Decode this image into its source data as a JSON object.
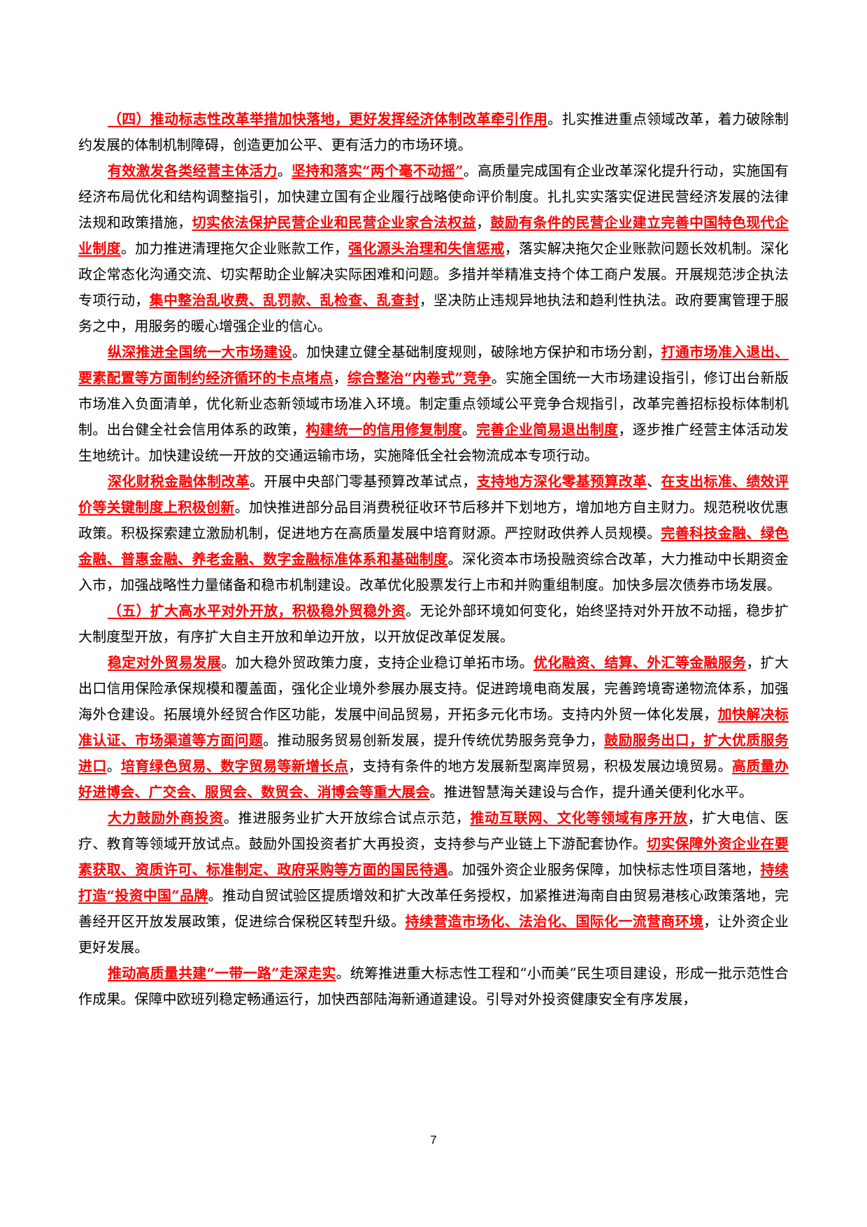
{
  "paragraphs": [
    [
      {
        "t": "（四）推动标志性改革举措加快落地，更好发挥经济体制改革牵引作用",
        "h": true
      },
      {
        "t": "。扎实推进重点领域改革，着力破除制约发展的体制机制障碍，创造更加公平、更有活力的市场环境。",
        "h": false
      }
    ],
    [
      {
        "t": "有效激发各类经营主体活力",
        "h": true
      },
      {
        "t": "。",
        "h": false
      },
      {
        "t": "坚持和落实“两个毫不动摇”",
        "h": true
      },
      {
        "t": "。高质量完成国有企业改革深化提升行动，实施国有经济布局优化和结构调整指引，加快建立国有企业履行战略使命评价制度。扎扎实实落实促进民营经济发展的法律法规和政策措施，",
        "h": false
      },
      {
        "t": "切实依法保护民营企业和民营企业家合法权益",
        "h": true
      },
      {
        "t": "，",
        "h": false
      },
      {
        "t": "鼓励有条件的民营企业建立完善中国特色现代企业制度",
        "h": true
      },
      {
        "t": "。加力推进清理拖欠企业账款工作，",
        "h": false
      },
      {
        "t": "强化源头治理和失信惩戒",
        "h": true
      },
      {
        "t": "，落实解决拖欠企业账款问题长效机制。深化政企常态化沟通交流、切实帮助企业解决实际困难和问题。多措并举精准支持个体工商户发展。开展规范涉企执法专项行动，",
        "h": false
      },
      {
        "t": "集中整治乱收费、乱罚款、乱检查、乱查封",
        "h": true
      },
      {
        "t": "，坚决防止违规异地执法和趋利性执法。政府要寓管理于服务之中，用服务的暖心增强企业的信心。",
        "h": false
      }
    ],
    [
      {
        "t": "纵深推进全国统一大市场建设",
        "h": true
      },
      {
        "t": "。加快建立健全基础制度规则，破除地方保护和市场分割，",
        "h": false
      },
      {
        "t": "打通市场准入退出、要素配置等方面制约经济循环的卡点堵点",
        "h": true
      },
      {
        "t": "，",
        "h": false
      },
      {
        "t": "综合整治“内卷式”竞争",
        "h": true
      },
      {
        "t": "。实施全国统一大市场建设指引，修订出台新版市场准入负面清单，优化新业态新领域市场准入环境。制定重点领域公平竞争合规指引，改革完善招标投标体制机制。出台健全社会信用体系的政策，",
        "h": false
      },
      {
        "t": "构建统一的信用修复制度",
        "h": true
      },
      {
        "t": "。",
        "h": false
      },
      {
        "t": "完善企业简易退出制度",
        "h": true
      },
      {
        "t": "，逐步推广经营主体活动发生地统计。加快建设统一开放的交通运输市场，实施降低全社会物流成本专项行动。",
        "h": false
      }
    ],
    [
      {
        "t": "深化财税金融体制改革",
        "h": true
      },
      {
        "t": "。开展中央部门零基预算改革试点，",
        "h": false
      },
      {
        "t": "支持地方深化零基预算改革",
        "h": true
      },
      {
        "t": "、",
        "h": false
      },
      {
        "t": "在支出标准、绩效评价等关键制度上积极创新",
        "h": true
      },
      {
        "t": "。加快推进部分品目消费税征收环节后移并下划地方，增加地方自主财力。规范税收优惠政策。积极探索建立激励机制，促进地方在高质量发展中培育财源。严控财政供养人员规模。",
        "h": false
      },
      {
        "t": "完善科技金融、绿色金融、普惠金融、养老金融、数字金融标准体系和基础制度",
        "h": true
      },
      {
        "t": "。深化资本市场投融资综合改革，大力推动中长期资金入市，加强战略性力量储备和稳市机制建设。改革优化股票发行上市和并购重组制度。加快多层次债券市场发展。",
        "h": false
      }
    ],
    [
      {
        "t": "（五）扩大高水平对外开放，积极稳外贸稳外资",
        "h": true
      },
      {
        "t": "。无论外部环境如何变化，始终坚持对外开放不动摇，稳步扩大制度型开放，有序扩大自主开放和单边开放，以开放促改革促发展。",
        "h": false
      }
    ],
    [
      {
        "t": "稳定对外贸易发展",
        "h": true
      },
      {
        "t": "。加大稳外贸政策力度，支持企业稳订单拓市场。",
        "h": false
      },
      {
        "t": "优化融资、结算、外汇等金融服务",
        "h": true
      },
      {
        "t": "，扩大出口信用保险承保规模和覆盖面，强化企业境外参展办展支持。促进跨境电商发展，完善跨境寄递物流体系，加强海外仓建设。拓展境外经贸合作区功能，发展中间品贸易，开拓多元化市场。支持内外贸一体化发展，",
        "h": false
      },
      {
        "t": "加快解决标准认证、市场渠道等方面问题",
        "h": true
      },
      {
        "t": "。推动服务贸易创新发展，提升传统优势服务竞争力，",
        "h": false
      },
      {
        "t": "鼓励服务出口，扩大优质服务进口",
        "h": true
      },
      {
        "t": "。",
        "h": false
      },
      {
        "t": "培育绿色贸易、数字贸易等新增长点",
        "h": true
      },
      {
        "t": "，支持有条件的地方发展新型离岸贸易，积极发展边境贸易。",
        "h": false
      },
      {
        "t": "高质量办好进博会、广交会、服贸会、数贸会、消博会等重大展会",
        "h": true
      },
      {
        "t": "。推进智慧海关建设与合作，提升通关便利化水平。",
        "h": false
      }
    ],
    [
      {
        "t": "大力鼓励外商投资",
        "h": true
      },
      {
        "t": "。推进服务业扩大开放综合试点示范，",
        "h": false
      },
      {
        "t": "推动互联网、文化等领域有序开放",
        "h": true
      },
      {
        "t": "，扩大电信、医疗、教育等领域开放试点。鼓励外国投资者扩大再投资，支持参与产业链上下游配套协作。",
        "h": false
      },
      {
        "t": "切实保障外资企业在要素获取、资质许可、标准制定、政府采购等方面的国民待遇",
        "h": true
      },
      {
        "t": "。加强外资企业服务保障，加快标志性项目落地，",
        "h": false
      },
      {
        "t": "持续打造“投资中国”品牌",
        "h": true
      },
      {
        "t": "。推动自贸试验区提质增效和扩大改革任务授权，加紧推进海南自由贸易港核心政策落地，完善经开区开放发展政策，促进综合保税区转型升级。",
        "h": false
      },
      {
        "t": "持续营造市场化、法治化、国际化一流营商环境",
        "h": true
      },
      {
        "t": "，让外资企业更好发展。",
        "h": false
      }
    ],
    [
      {
        "t": "推动高质量共建“一带一路”走深走实",
        "h": true
      },
      {
        "t": "。统筹推进重大标志性工程和“小而美”民生项目建设，形成一批示范性合作成果。保障中欧班列稳定畅通运行，加快西部陆海新通道建设。引导对外投资健康安全有序发展，",
        "h": false
      }
    ]
  ],
  "page_number": "7"
}
